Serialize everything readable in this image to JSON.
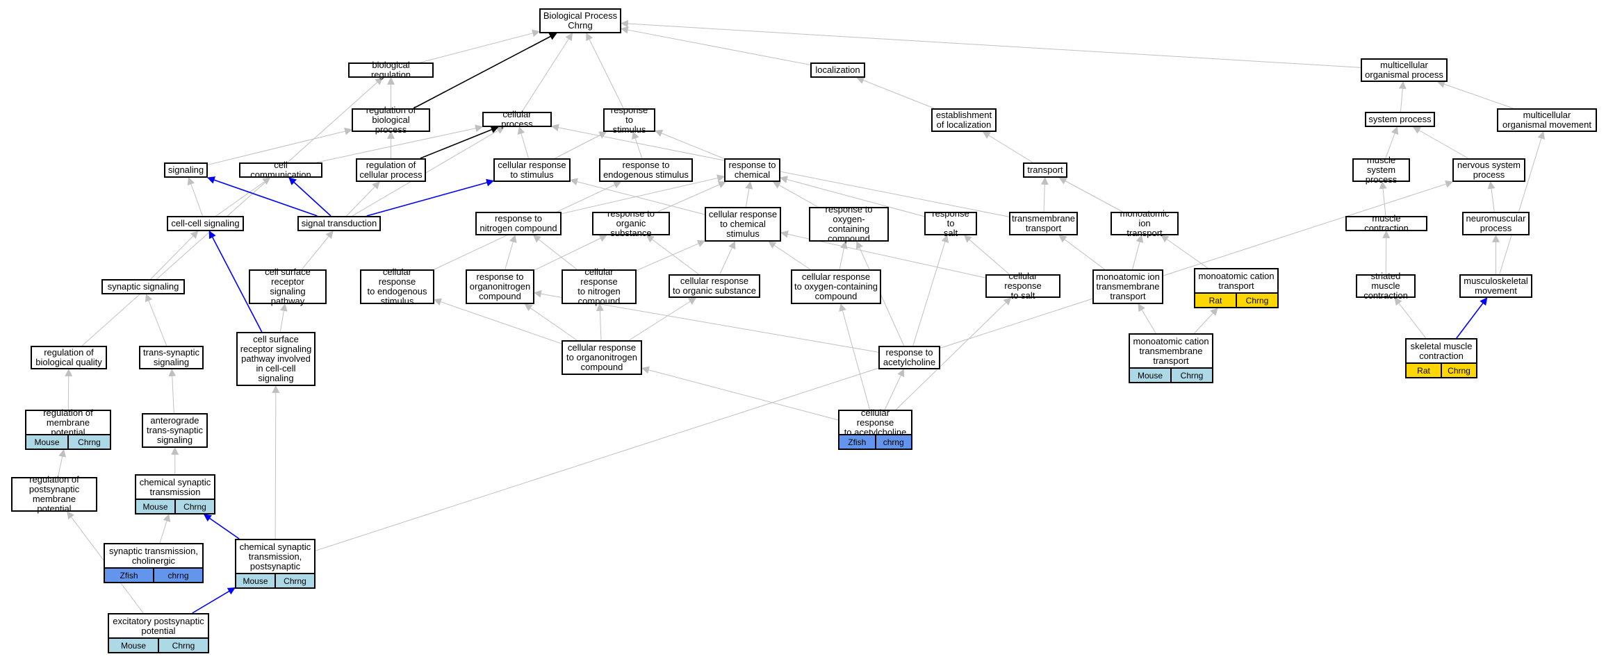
{
  "colors": {
    "edge_default": "#c0c0c0",
    "edge_blue": "#0000ff",
    "edge_black": "#000000",
    "mouse": "#add8e6",
    "zfish": "#6495ed",
    "rat": "#ffd700"
  },
  "nodes": [
    {
      "id": "bp",
      "label": "Biological Process\nChrng"
    },
    {
      "id": "bioreg",
      "label": "biological regulation"
    },
    {
      "id": "localization",
      "label": "localization"
    },
    {
      "id": "multiproc",
      "label": "multicellular\norganismal process"
    },
    {
      "id": "regbio",
      "label": "regulation of\nbiological process"
    },
    {
      "id": "cellproc",
      "label": "cellular process"
    },
    {
      "id": "respstim",
      "label": "response to\nstimulus"
    },
    {
      "id": "estloc",
      "label": "establishment\nof localization"
    },
    {
      "id": "sysproc",
      "label": "system process"
    },
    {
      "id": "multimove",
      "label": "multicellular\norganismal movement"
    },
    {
      "id": "signaling",
      "label": "signaling"
    },
    {
      "id": "cellcomm",
      "label": "cell communication"
    },
    {
      "id": "regcell",
      "label": "regulation of\ncellular process"
    },
    {
      "id": "cellrespstim",
      "label": "cellular response\nto stimulus"
    },
    {
      "id": "respendo",
      "label": "response to\nendogenous stimulus"
    },
    {
      "id": "respchem",
      "label": "response to\nchemical"
    },
    {
      "id": "transport",
      "label": "transport"
    },
    {
      "id": "musclesys",
      "label": "muscle system\nprocess"
    },
    {
      "id": "nervsys",
      "label": "nervous system\nprocess"
    },
    {
      "id": "cellcellsig",
      "label": "cell-cell signaling"
    },
    {
      "id": "sigtrans",
      "label": "signal transduction"
    },
    {
      "id": "respnitro",
      "label": "response to\nnitrogen compound"
    },
    {
      "id": "resporg",
      "label": "response to\norganic substance"
    },
    {
      "id": "cellrespchem",
      "label": "cellular response\nto chemical\nstimulus"
    },
    {
      "id": "respoxy",
      "label": "response to\noxygen-containing\ncompound"
    },
    {
      "id": "respsalt",
      "label": "response to\nsalt"
    },
    {
      "id": "tmtransport",
      "label": "transmembrane\ntransport"
    },
    {
      "id": "moniontrans",
      "label": "monoatomic ion\ntransport"
    },
    {
      "id": "musclecontr",
      "label": "muscle contraction"
    },
    {
      "id": "neuromusc",
      "label": "neuromuscular\nprocess"
    },
    {
      "id": "synsig",
      "label": "synaptic signaling"
    },
    {
      "id": "csrsp",
      "label": "cell surface\nreceptor signaling\npathway"
    },
    {
      "id": "cellrespendo",
      "label": "cellular response\nto endogenous\nstimulus"
    },
    {
      "id": "resporganonitro",
      "label": "response to\norganonitrogen\ncompound"
    },
    {
      "id": "cellrespnitro",
      "label": "cellular response\nto nitrogen\ncompound"
    },
    {
      "id": "cellresporg",
      "label": "cellular response\nto organic substance"
    },
    {
      "id": "cellrespoxy",
      "label": "cellular response\nto oxygen-containing\ncompound"
    },
    {
      "id": "cellrespsalt",
      "label": "cellular response\nto salt"
    },
    {
      "id": "moniontm",
      "label": "monoatomic ion\ntransmembrane\ntransport"
    },
    {
      "id": "moncation",
      "label": "monoatomic cation\ntransport",
      "tags": [
        {
          "species": "Rat",
          "gene": "Chrng",
          "color": "#ffd700"
        }
      ]
    },
    {
      "id": "striated",
      "label": "striated muscle\ncontraction"
    },
    {
      "id": "musculo",
      "label": "musculoskeletal\nmovement"
    },
    {
      "id": "regbioqual",
      "label": "regulation of\nbiological quality"
    },
    {
      "id": "transsyn",
      "label": "trans-synaptic\nsignaling"
    },
    {
      "id": "csrspcell",
      "label": "cell surface\nreceptor signaling\npathway involved\nin cell-cell\nsignaling"
    },
    {
      "id": "cellresporganonitro",
      "label": "cellular response\nto organonitrogen\ncompound"
    },
    {
      "id": "respach",
      "label": "response to\nacetylcholine"
    },
    {
      "id": "moncationtm",
      "label": "monoatomic cation\ntransmembrane\ntransport",
      "tags": [
        {
          "species": "Mouse",
          "gene": "Chrng",
          "color": "#add8e6"
        }
      ]
    },
    {
      "id": "skeletal",
      "label": "skeletal muscle\ncontraction",
      "tags": [
        {
          "species": "Rat",
          "gene": "Chrng",
          "color": "#ffd700"
        }
      ]
    },
    {
      "id": "regmemb",
      "label": "regulation of\nmembrane potential",
      "tags": [
        {
          "species": "Mouse",
          "gene": "Chrng",
          "color": "#add8e6"
        }
      ]
    },
    {
      "id": "antero",
      "label": "anterograde\ntrans-synaptic\nsignaling"
    },
    {
      "id": "cellrespach",
      "label": "cellular response\nto acetylcholine",
      "tags": [
        {
          "species": "Zfish",
          "gene": "chrng",
          "color": "#6495ed"
        }
      ]
    },
    {
      "id": "regpostsyn",
      "label": "regulation of\npostsynaptic\nmembrane potential"
    },
    {
      "id": "chemsyn",
      "label": "chemical synaptic\ntransmission",
      "tags": [
        {
          "species": "Mouse",
          "gene": "Chrng",
          "color": "#add8e6"
        }
      ]
    },
    {
      "id": "synchol",
      "label": "synaptic transmission,\ncholinergic",
      "tags": [
        {
          "species": "Zfish",
          "gene": "chrng",
          "color": "#6495ed"
        }
      ]
    },
    {
      "id": "chemsynpost",
      "label": "chemical synaptic\ntransmission,\npostsynaptic",
      "tags": [
        {
          "species": "Mouse",
          "gene": "Chrng",
          "color": "#add8e6"
        }
      ]
    },
    {
      "id": "excit",
      "label": "excitatory postsynaptic\npotential",
      "tags": [
        {
          "species": "Mouse",
          "gene": "Chrng",
          "color": "#add8e6"
        }
      ]
    }
  ],
  "edges": [
    {
      "from": "bioreg",
      "to": "bp",
      "color": "gray"
    },
    {
      "from": "regbio",
      "to": "bp",
      "color": "black"
    },
    {
      "from": "cellproc",
      "to": "bp",
      "color": "gray"
    },
    {
      "from": "respstim",
      "to": "bp",
      "color": "gray"
    },
    {
      "from": "localization",
      "to": "bp",
      "color": "gray"
    },
    {
      "from": "multiproc",
      "to": "bp",
      "color": "gray"
    },
    {
      "from": "regbio",
      "to": "bioreg",
      "color": "gray"
    },
    {
      "from": "regbioqual",
      "to": "bioreg",
      "color": "gray"
    },
    {
      "from": "estloc",
      "to": "localization",
      "color": "gray"
    },
    {
      "from": "sysproc",
      "to": "multiproc",
      "color": "gray"
    },
    {
      "from": "multimove",
      "to": "multiproc",
      "color": "gray"
    },
    {
      "from": "regcell",
      "to": "regbio",
      "color": "gray"
    },
    {
      "from": "signaling",
      "to": "regbio",
      "color": "gray"
    },
    {
      "from": "regcell",
      "to": "cellproc",
      "color": "black"
    },
    {
      "from": "cellcomm",
      "to": "cellproc",
      "color": "gray"
    },
    {
      "from": "cellrespstim",
      "to": "cellproc",
      "color": "gray"
    },
    {
      "from": "sigtrans",
      "to": "cellproc",
      "color": "gray"
    },
    {
      "from": "tmtransport",
      "to": "cellproc",
      "color": "gray"
    },
    {
      "from": "cellrespstim",
      "to": "respstim",
      "color": "gray"
    },
    {
      "from": "respendo",
      "to": "respstim",
      "color": "gray"
    },
    {
      "from": "respchem",
      "to": "respstim",
      "color": "gray"
    },
    {
      "from": "transport",
      "to": "estloc",
      "color": "gray"
    },
    {
      "from": "musclesys",
      "to": "sysproc",
      "color": "gray"
    },
    {
      "from": "nervsys",
      "to": "sysproc",
      "color": "gray"
    },
    {
      "from": "musculo",
      "to": "multimove",
      "color": "gray"
    },
    {
      "from": "cellcellsig",
      "to": "signaling",
      "color": "gray"
    },
    {
      "from": "sigtrans",
      "to": "signaling",
      "color": "blue"
    },
    {
      "from": "cellcellsig",
      "to": "cellcomm",
      "color": "gray"
    },
    {
      "from": "sigtrans",
      "to": "cellcomm",
      "color": "blue"
    },
    {
      "from": "sigtrans",
      "to": "regcell",
      "color": "gray"
    },
    {
      "from": "sigtrans",
      "to": "cellrespstim",
      "color": "blue"
    },
    {
      "from": "cellrespchem",
      "to": "cellrespstim",
      "color": "gray"
    },
    {
      "from": "cellrespendo",
      "to": "respendo",
      "color": "gray"
    },
    {
      "from": "respnitro",
      "to": "respchem",
      "color": "gray"
    },
    {
      "from": "resporg",
      "to": "respchem",
      "color": "gray"
    },
    {
      "from": "cellrespchem",
      "to": "respchem",
      "color": "gray"
    },
    {
      "from": "respoxy",
      "to": "respchem",
      "color": "gray"
    },
    {
      "from": "respsalt",
      "to": "respchem",
      "color": "gray"
    },
    {
      "from": "tmtransport",
      "to": "transport",
      "color": "gray"
    },
    {
      "from": "moniontrans",
      "to": "transport",
      "color": "gray"
    },
    {
      "from": "musclecontr",
      "to": "musclesys",
      "color": "gray"
    },
    {
      "from": "neuromusc",
      "to": "nervsys",
      "color": "gray"
    },
    {
      "from": "chemsynpost",
      "to": "nervsys",
      "color": "gray"
    },
    {
      "from": "csrspcell",
      "to": "cellcellsig",
      "color": "blue"
    },
    {
      "from": "synsig",
      "to": "cellcellsig",
      "color": "gray"
    },
    {
      "from": "csrsp",
      "to": "sigtrans",
      "color": "gray"
    },
    {
      "from": "resporganonitro",
      "to": "respnitro",
      "color": "gray"
    },
    {
      "from": "cellrespnitro",
      "to": "respnitro",
      "color": "gray"
    },
    {
      "from": "resporganonitro",
      "to": "resporg",
      "color": "gray"
    },
    {
      "from": "cellresporg",
      "to": "resporg",
      "color": "gray"
    },
    {
      "from": "cellrespnitro",
      "to": "cellrespchem",
      "color": "gray"
    },
    {
      "from": "cellresporg",
      "to": "cellrespchem",
      "color": "gray"
    },
    {
      "from": "cellrespoxy",
      "to": "cellrespchem",
      "color": "gray"
    },
    {
      "from": "cellrespsalt",
      "to": "cellrespchem",
      "color": "gray"
    },
    {
      "from": "cellrespoxy",
      "to": "respoxy",
      "color": "gray"
    },
    {
      "from": "respach",
      "to": "respoxy",
      "color": "gray"
    },
    {
      "from": "cellrespsalt",
      "to": "respsalt",
      "color": "gray"
    },
    {
      "from": "respach",
      "to": "respsalt",
      "color": "gray"
    },
    {
      "from": "moniontm",
      "to": "tmtransport",
      "color": "gray"
    },
    {
      "from": "moniontm",
      "to": "moniontrans",
      "color": "gray"
    },
    {
      "from": "moncation",
      "to": "moniontrans",
      "color": "gray"
    },
    {
      "from": "striated",
      "to": "musclecontr",
      "color": "gray"
    },
    {
      "from": "musculo",
      "to": "neuromusc",
      "color": "gray"
    },
    {
      "from": "transsyn",
      "to": "synsig",
      "color": "gray"
    },
    {
      "from": "csrspcell",
      "to": "csrsp",
      "color": "gray"
    },
    {
      "from": "cellresporganonitro",
      "to": "cellrespendo",
      "color": "gray"
    },
    {
      "from": "cellresporganonitro",
      "to": "resporganonitro",
      "color": "gray"
    },
    {
      "from": "cellresporganonitro",
      "to": "cellrespnitro",
      "color": "gray"
    },
    {
      "from": "cellresporganonitro",
      "to": "cellresporg",
      "color": "gray"
    },
    {
      "from": "respach",
      "to": "resporganonitro",
      "color": "gray"
    },
    {
      "from": "moncationtm",
      "to": "moniontm",
      "color": "gray"
    },
    {
      "from": "moncationtm",
      "to": "moncation",
      "color": "gray"
    },
    {
      "from": "skeletal",
      "to": "striated",
      "color": "gray"
    },
    {
      "from": "skeletal",
      "to": "musculo",
      "color": "blue"
    },
    {
      "from": "regmemb",
      "to": "regbioqual",
      "color": "gray"
    },
    {
      "from": "antero",
      "to": "transsyn",
      "color": "gray"
    },
    {
      "from": "chemsynpost",
      "to": "csrspcell",
      "color": "gray"
    },
    {
      "from": "cellrespach",
      "to": "cellresporganonitro",
      "color": "gray"
    },
    {
      "from": "cellrespach",
      "to": "respach",
      "color": "gray"
    },
    {
      "from": "cellrespach",
      "to": "cellrespoxy",
      "color": "gray"
    },
    {
      "from": "cellrespach",
      "to": "cellrespsalt",
      "color": "gray"
    },
    {
      "from": "regpostsyn",
      "to": "regmemb",
      "color": "gray"
    },
    {
      "from": "chemsyn",
      "to": "antero",
      "color": "gray"
    },
    {
      "from": "synchol",
      "to": "chemsyn",
      "color": "gray"
    },
    {
      "from": "chemsynpost",
      "to": "chemsyn",
      "color": "blue"
    },
    {
      "from": "excit",
      "to": "regpostsyn",
      "color": "gray"
    },
    {
      "from": "excit",
      "to": "chemsynpost",
      "color": "blue"
    }
  ]
}
